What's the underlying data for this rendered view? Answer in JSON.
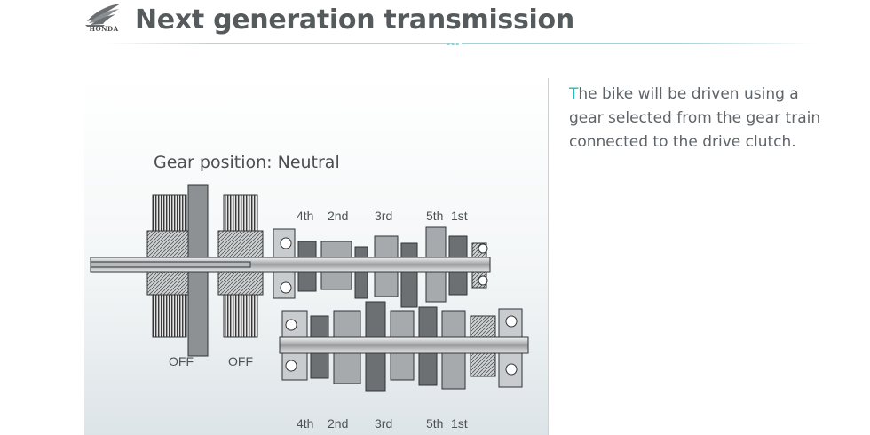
{
  "header": {
    "logo_text": "HONDA",
    "title": "Next generation transmission"
  },
  "diagram": {
    "gear_position_label": "Gear position: Neutral",
    "top_gear_labels": [
      "4th",
      "2nd",
      "3rd",
      "5th",
      "1st"
    ],
    "bottom_gear_labels": [
      "4th",
      "2nd",
      "3rd",
      "5th",
      "1st"
    ],
    "clutch_labels": [
      "OFF",
      "OFF"
    ]
  },
  "description": {
    "first_letter": "T",
    "rest": "he bike will be driven using a gear selected from the gear train connected to the drive clutch."
  },
  "colors": {
    "accent": "#2db3ba",
    "title": "#555a5c",
    "body_text": "#5f6468"
  }
}
